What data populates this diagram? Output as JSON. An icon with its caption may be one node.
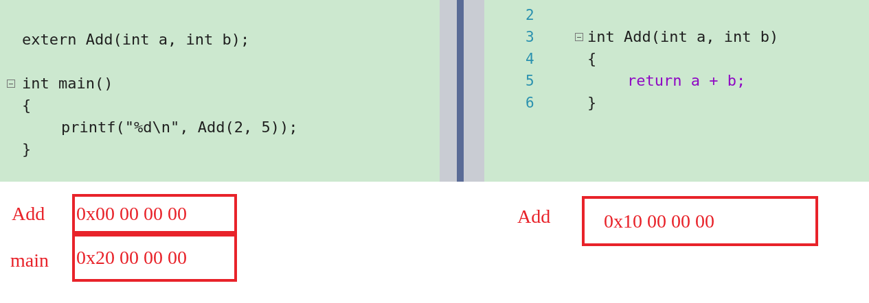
{
  "diagram": {
    "nodes": [
      {
        "text": [
          "extern Add(int a, int b);",
          "int main()",
          "{",
          "printf(\"%d\\n\", Add(2, 5));",
          "}"
        ]
      },
      {
        "text": [
          "int Add(int a, int b)",
          "{",
          "return a + b;",
          "}"
        ]
      },
      {
        "text": [
          "0x00 00 00 00"
        ],
        "beside": [
          "Add"
        ]
      },
      {
        "text": [
          "0x20 00 00 00"
        ],
        "beside": [
          "main"
        ]
      },
      {
        "text": [
          "0x10 00 00 00"
        ],
        "beside": [
          "Add"
        ]
      }
    ],
    "edges": [],
    "labels": [
      "2",
      "3",
      "4",
      "5",
      "6"
    ]
  }
}
